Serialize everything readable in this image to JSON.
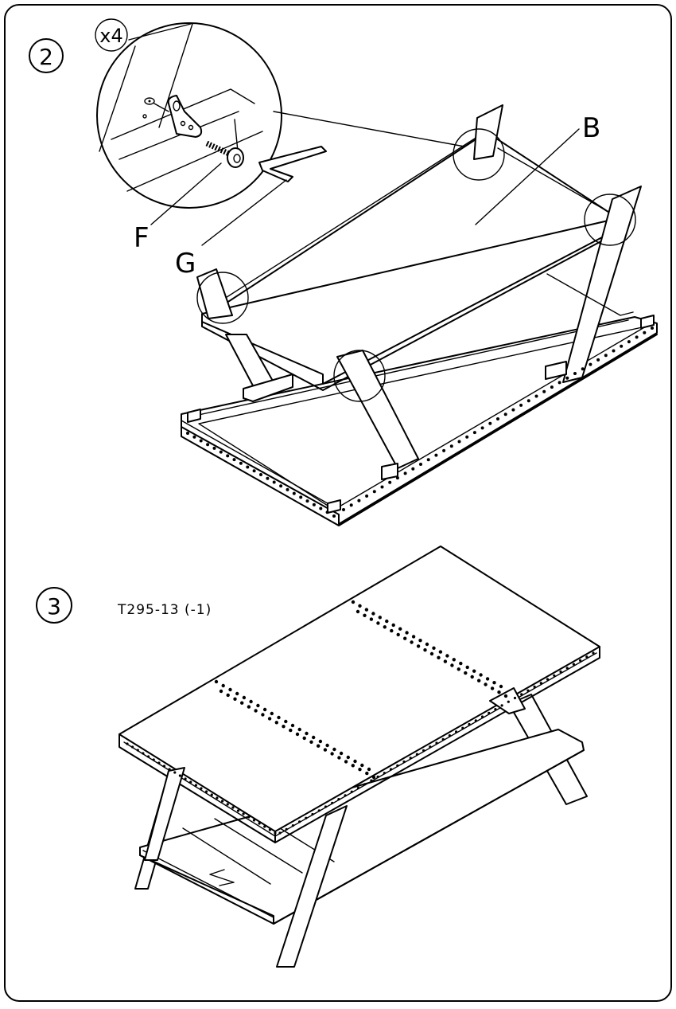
{
  "steps": [
    {
      "number": "2",
      "quantity": "x4",
      "parts": [
        "B",
        "F",
        "G"
      ]
    },
    {
      "number": "3",
      "code": "T295-13 (-1)"
    }
  ]
}
